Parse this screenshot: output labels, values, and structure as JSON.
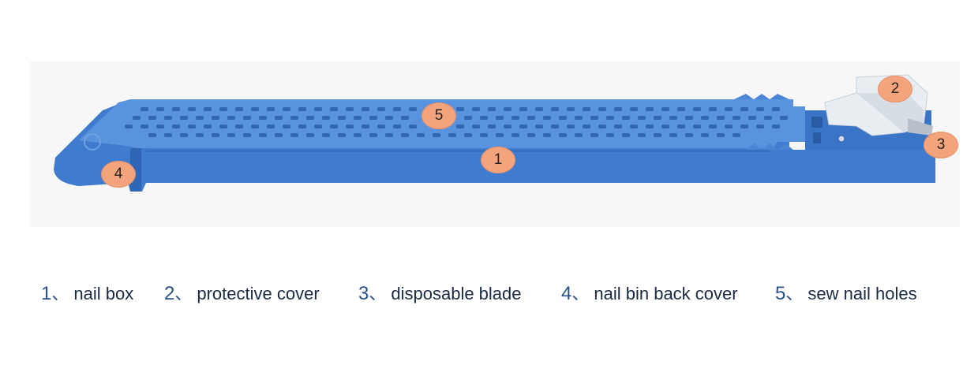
{
  "callouts": {
    "c1": "1",
    "c2": "2",
    "c3": "3",
    "c4": "4",
    "c5": "5"
  },
  "legend": [
    {
      "num": "1",
      "sep": "、",
      "label": "nail box"
    },
    {
      "num": "2",
      "sep": "、",
      "label": "protective cover"
    },
    {
      "num": "3",
      "sep": "、",
      "label": "disposable blade"
    },
    {
      "num": "4",
      "sep": "、",
      "label": "nail bin back cover"
    },
    {
      "num": "5",
      "sep": "、",
      "label": "sew nail holes"
    }
  ],
  "colors": {
    "body_blue": "#3f7ccf",
    "body_top_blue": "#5a93dd",
    "hole_blue": "#2f66b6",
    "callout_fill": "#f4a47c",
    "legend_number": "#2a4f8a",
    "cover_white": "#e9eef3"
  }
}
